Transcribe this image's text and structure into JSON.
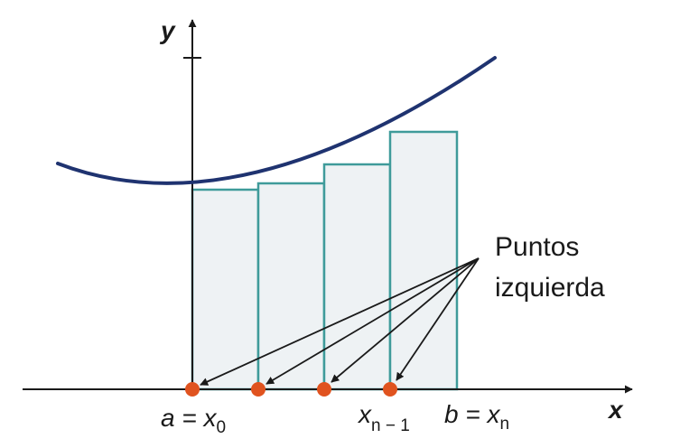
{
  "axes": {
    "x_label": "x",
    "y_label": "y"
  },
  "tick_labels": [
    {
      "main": "a = x",
      "sub": "0"
    },
    {
      "main": "x",
      "sub": "n − 1"
    },
    {
      "main": "b = x",
      "sub": "n"
    }
  ],
  "annotation": {
    "line1": "Puntos",
    "line2": "izquierda"
  },
  "rectangles_count": 4,
  "points_count": 4,
  "colors": {
    "curve": "#1f3370",
    "rect_fill": "#eef2f4",
    "rect_stroke": "#3f9b9a",
    "point": "#e0531f",
    "axis": "#1a1a1a"
  }
}
